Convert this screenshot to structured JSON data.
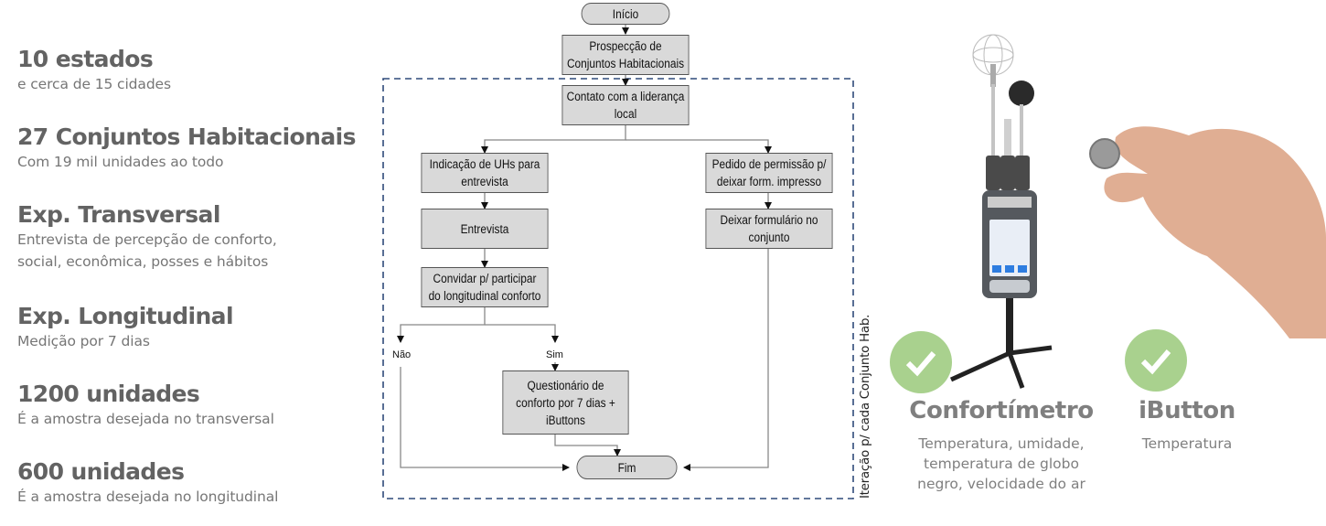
{
  "stats": [
    {
      "title": "10 estados",
      "desc": [
        "e cerca de 15 cidades"
      ]
    },
    {
      "title": "27 Conjuntos Habitacionais",
      "desc": [
        "Com 19 mil unidades ao todo"
      ]
    },
    {
      "title": "Exp. Transversal",
      "desc": [
        "Entrevista de percepção de conforto,",
        "social, econômica, posses e hábitos"
      ]
    },
    {
      "title": "Exp. Longitudinal",
      "desc": [
        "Medição por 7 dias"
      ]
    },
    {
      "title": "1200 unidades",
      "desc": [
        "É a amostra desejada no transversal"
      ]
    },
    {
      "title": "600 unidades",
      "desc": [
        "É a amostra desejada no longitudinal"
      ]
    }
  ],
  "flowchart": {
    "start": "Início",
    "prospeccao": [
      "Prospecção de",
      "Conjuntos Habitacionais"
    ],
    "contato": [
      "Contato com a liderança",
      "local"
    ],
    "indicacao": [
      "Indicação de UHs para",
      "entrevista"
    ],
    "entrevista": [
      "Entrevista"
    ],
    "convidar": [
      "Convidar p/ participar",
      "do longitudinal conforto"
    ],
    "pedido": [
      "Pedido de permissão p/",
      "deixar form. impresso"
    ],
    "deixar": [
      "Deixar formulário no",
      "conjunto"
    ],
    "questionario": [
      "Questionário de",
      "conforto por 7 dias +",
      "iButtons"
    ],
    "end": "Fim",
    "branch_no": "Não",
    "branch_yes": "Sim",
    "loop_label": "Iteração p/ cada Conjunto Hab."
  },
  "devices": {
    "confortimetro": {
      "title": "Confortímetro",
      "desc": [
        "Temperatura, umidade,",
        "temperatura de globo",
        "negro, velocidade do ar"
      ],
      "icon": "check-circle-icon"
    },
    "ibutton": {
      "title": "iButton",
      "desc": [
        "Temperatura"
      ],
      "icon": "check-circle-icon"
    }
  },
  "colors": {
    "check_green": "#a9d18e",
    "loop_border": "#2f4a7a",
    "box_fill": "#d9d9d9"
  }
}
